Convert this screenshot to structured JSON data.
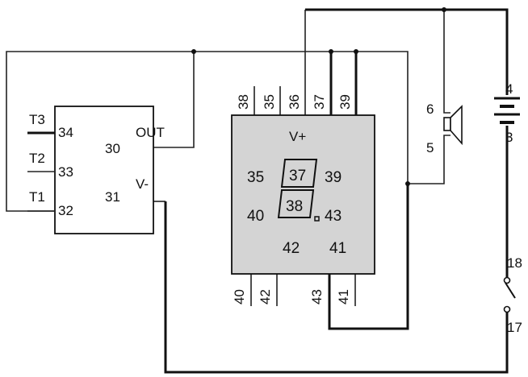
{
  "colors": {
    "display_box": "#d4d4d4",
    "wire": "#222222",
    "outline": "#111111"
  },
  "icons": [
    "speaker-icon",
    "battery-icon",
    "switch-icon"
  ],
  "chip": {
    "pins": {
      "t3": "34",
      "t2": "33",
      "t1": "32",
      "out_pin": "30",
      "vminus_pin": "31"
    },
    "labels": {
      "t3": "T3",
      "t2": "T2",
      "t1": "T1",
      "out": "OUT",
      "vminus": "V-"
    }
  },
  "display": {
    "vplus": "V+",
    "top_pins": [
      "38",
      "35",
      "36",
      "37",
      "39"
    ],
    "bottom_pins": [
      "40",
      "42",
      "43",
      "41"
    ],
    "inner": {
      "seg35": "35",
      "seg37": "37",
      "seg39": "39",
      "seg40": "40",
      "seg38": "38",
      "seg43": "43",
      "seg42": "42",
      "seg41": "41"
    }
  },
  "speaker": {
    "pin_top": "6",
    "pin_bottom": "5"
  },
  "battery": {
    "pin_top": "4",
    "pin_bottom": "3"
  },
  "switch": {
    "pin_top": "18",
    "pin_bottom": "17"
  }
}
